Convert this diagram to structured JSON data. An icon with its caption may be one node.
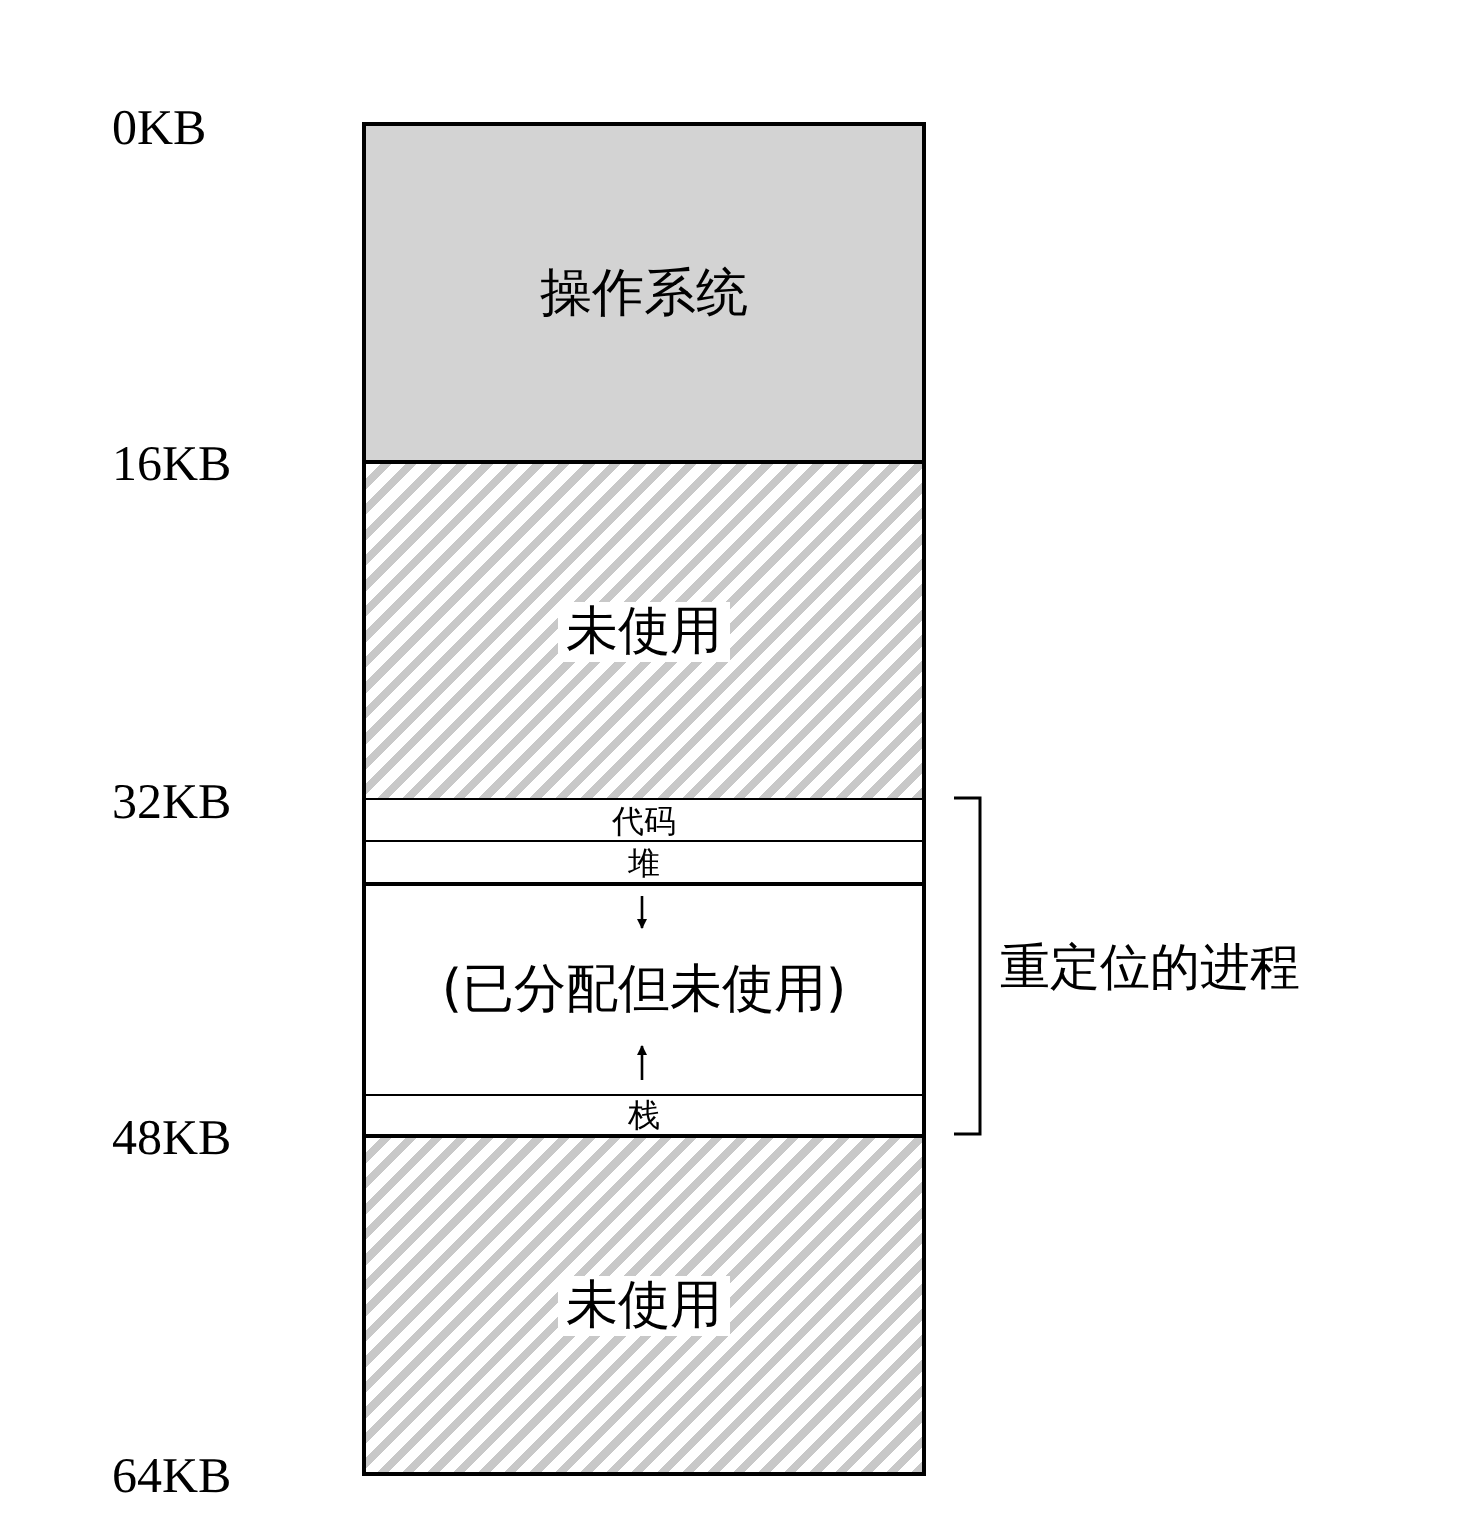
{
  "diagram": {
    "nodes": [
      {
        "text": [
          "操作系统"
        ]
      },
      {
        "text": [
          "未使用"
        ]
      },
      {
        "text": [
          "代码"
        ]
      },
      {
        "text": [
          "堆"
        ]
      },
      {
        "text": [
          "(已分配但未使用)"
        ]
      },
      {
        "text": [
          "栈"
        ]
      },
      {
        "text": [
          "未使用"
        ]
      }
    ],
    "labels": [
      "0KB",
      "16KB",
      "32KB",
      "48KB",
      "64KB",
      "重定位的进程"
    ]
  }
}
